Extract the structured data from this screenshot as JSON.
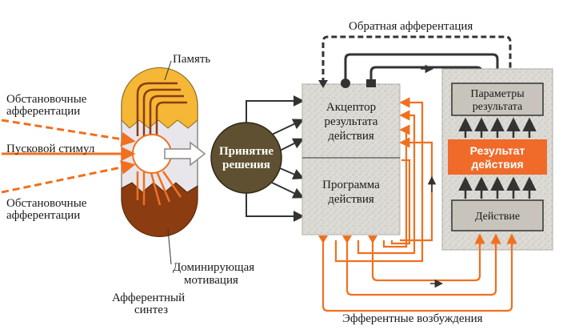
{
  "labels": {
    "memory": "Память",
    "env_afferent_top_1": "Обстановочные",
    "env_afferent_top_2": "афферентации",
    "trigger_stimulus": "Пусковой стимул",
    "env_afferent_bot_1": "Обстановочные",
    "env_afferent_bot_2": "афферентации",
    "dominant_motivation_1": "Доминирующая",
    "dominant_motivation_2": "мотивация",
    "afferent_synthesis_1": "Афферентный",
    "afferent_synthesis_2": "синтез",
    "decision_1": "Принятие",
    "decision_2": "решения",
    "acceptor_1": "Акцептор",
    "acceptor_2": "результата",
    "acceptor_3": "действия",
    "program_1": "Программа",
    "program_2": "действия",
    "reverse_afferentation": "Обратная афферентация",
    "result_params_1": "Параметры",
    "result_params_2": "результата",
    "action_result_1": "Результат",
    "action_result_2": "действия",
    "action": "Действие",
    "efferent_excitations": "Эфферентные возбуждения"
  },
  "colors": {
    "stimulus_orange": "#f07020",
    "memory_yellow": "#f5b735",
    "motivation_brown": "#8b3c10",
    "decision_olive": "#5e5030",
    "panel_gray": "#d8d6d0",
    "result_orange": "#f06a2a",
    "dark_arrow": "#333333"
  }
}
